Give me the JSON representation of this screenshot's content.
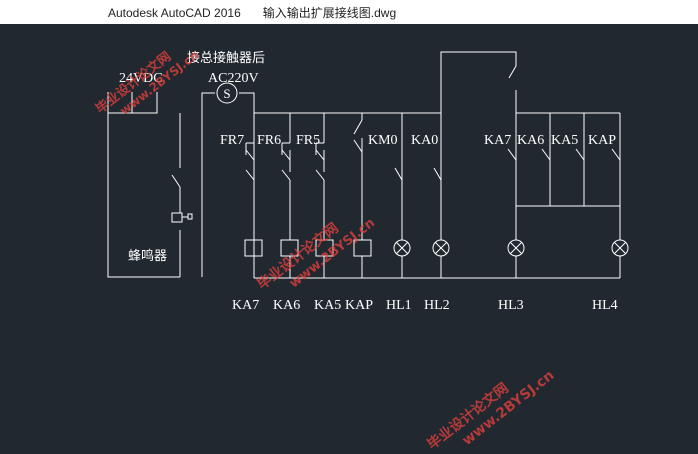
{
  "window": {
    "app_title": "Autodesk AutoCAD 2016",
    "file_name": "输入输出扩展接线图.dwg"
  },
  "drawing": {
    "supply_label": "24VDC",
    "contactor_note": "接总接触器后",
    "ac_label": "AC220V",
    "switch_symbol": "S",
    "buzzer_label": "蜂鸣器",
    "top_labels": [
      "FR7",
      "FR6",
      "FR5",
      "KM0",
      "KA0",
      "KA7",
      "KA6",
      "KA5",
      "KAP"
    ],
    "bottom_labels": [
      "KA7",
      "KA6",
      "KA5",
      "KAP",
      "HL1",
      "HL2",
      "HL3",
      "HL4"
    ]
  },
  "watermarks": [
    "毕业设计论文网",
    "www.2BYSJ.cn"
  ],
  "colors": {
    "background": "#212830",
    "line": "#ffffff",
    "watermark": "#e8413c"
  }
}
